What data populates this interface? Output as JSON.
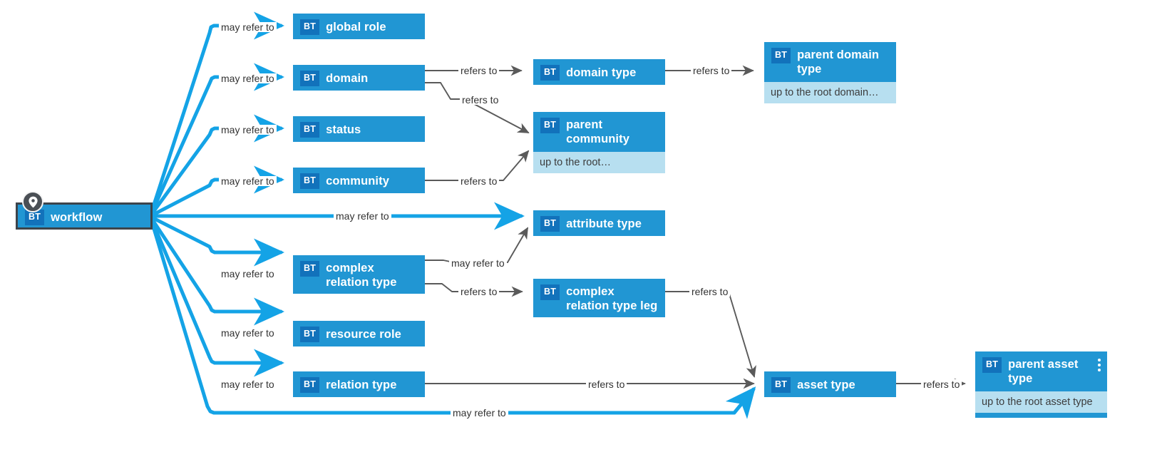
{
  "diagram": {
    "title": "workflow relations diagram",
    "background": "#ffffff",
    "colors": {
      "node_fill": "#2196d3",
      "badge_fill": "#1272bb",
      "subtitle_fill": "#b7dff0",
      "highlight_edge": "#14a3e6",
      "plain_edge": "#5a5a5a",
      "root_border": "#3d444b",
      "pin_fill": "#4a4f55"
    },
    "badge_text": "BT"
  },
  "nodes": {
    "workflow": {
      "title": "workflow",
      "subtitle": null,
      "badge": "BT",
      "kebab": false,
      "pin": true
    },
    "global_role": {
      "title": "global role",
      "subtitle": null,
      "badge": "BT",
      "kebab": false,
      "pin": false
    },
    "domain": {
      "title": "domain",
      "subtitle": null,
      "badge": "BT",
      "kebab": false,
      "pin": false
    },
    "status": {
      "title": "status",
      "subtitle": null,
      "badge": "BT",
      "kebab": false,
      "pin": false
    },
    "community": {
      "title": "community",
      "subtitle": null,
      "badge": "BT",
      "kebab": false,
      "pin": false
    },
    "complex_relation_type": {
      "title": "complex relation type",
      "subtitle": null,
      "badge": "BT",
      "kebab": false,
      "pin": false
    },
    "resource_role": {
      "title": "resource role",
      "subtitle": null,
      "badge": "BT",
      "kebab": false,
      "pin": false
    },
    "relation_type": {
      "title": "relation type",
      "subtitle": null,
      "badge": "BT",
      "kebab": false,
      "pin": false
    },
    "domain_type": {
      "title": "domain type",
      "subtitle": null,
      "badge": "BT",
      "kebab": false,
      "pin": false
    },
    "parent_community": {
      "title": "parent community",
      "subtitle": "up to the root…",
      "badge": "BT",
      "kebab": false,
      "pin": false
    },
    "attribute_type": {
      "title": "attribute type",
      "subtitle": null,
      "badge": "BT",
      "kebab": false,
      "pin": false
    },
    "complex_relation_type_leg": {
      "title": "complex relation type leg",
      "subtitle": null,
      "badge": "BT",
      "kebab": false,
      "pin": false
    },
    "parent_domain_type": {
      "title": "parent domain type",
      "subtitle": "up to the root domain…",
      "badge": "BT",
      "kebab": false,
      "pin": false
    },
    "asset_type": {
      "title": "asset type",
      "subtitle": null,
      "badge": "BT",
      "kebab": false,
      "pin": false
    },
    "parent_asset_type": {
      "title": "parent asset type",
      "subtitle": "up to the root asset type",
      "badge": "BT",
      "kebab": true,
      "pin": false
    }
  },
  "edges": [
    {
      "id": "e1",
      "from": "workflow",
      "to": "global_role",
      "label": "may refer to",
      "style": "highlight"
    },
    {
      "id": "e2",
      "from": "workflow",
      "to": "domain",
      "label": "may refer to",
      "style": "highlight"
    },
    {
      "id": "e3",
      "from": "workflow",
      "to": "status",
      "label": "may refer to",
      "style": "highlight"
    },
    {
      "id": "e4",
      "from": "workflow",
      "to": "community",
      "label": "may refer to",
      "style": "highlight"
    },
    {
      "id": "e5",
      "from": "workflow",
      "to": "attribute_type",
      "label": "may refer to",
      "style": "highlight"
    },
    {
      "id": "e6",
      "from": "workflow",
      "to": "complex_relation_type",
      "label": "may refer to",
      "style": "highlight"
    },
    {
      "id": "e7",
      "from": "workflow",
      "to": "resource_role",
      "label": "may refer to",
      "style": "highlight"
    },
    {
      "id": "e8",
      "from": "workflow",
      "to": "relation_type",
      "label": "may refer to",
      "style": "highlight"
    },
    {
      "id": "e9",
      "from": "workflow",
      "to": "asset_type",
      "label": "may refer to",
      "style": "highlight"
    },
    {
      "id": "e10",
      "from": "domain",
      "to": "domain_type",
      "label": "refers to",
      "style": "plain"
    },
    {
      "id": "e11",
      "from": "domain",
      "to": "parent_community",
      "label": "refers to",
      "style": "plain"
    },
    {
      "id": "e12",
      "from": "community",
      "to": "parent_community",
      "label": "refers to",
      "style": "plain"
    },
    {
      "id": "e13",
      "from": "domain_type",
      "to": "parent_domain_type",
      "label": "refers to",
      "style": "plain"
    },
    {
      "id": "e14",
      "from": "complex_relation_type",
      "to": "attribute_type",
      "label": "may refer to",
      "style": "plain"
    },
    {
      "id": "e15",
      "from": "complex_relation_type",
      "to": "complex_relation_type_leg",
      "label": "refers to",
      "style": "plain"
    },
    {
      "id": "e16",
      "from": "complex_relation_type_leg",
      "to": "asset_type",
      "label": "refers to",
      "style": "plain"
    },
    {
      "id": "e17",
      "from": "relation_type",
      "to": "asset_type",
      "label": "refers to",
      "style": "plain"
    },
    {
      "id": "e18",
      "from": "asset_type",
      "to": "parent_asset_type",
      "label": "refers to",
      "style": "plain"
    }
  ],
  "edge_labels": {
    "e1": "may refer to",
    "e2": "may refer to",
    "e3": "may refer to",
    "e4": "may refer to",
    "e5": "may refer to",
    "e6": "may refer to",
    "e7": "may refer to",
    "e8": "may refer to",
    "e9": "may refer to",
    "e10": "refers to",
    "e11": "refers to",
    "e12": "refers to",
    "e13": "refers to",
    "e14": "may refer to",
    "e15": "refers to",
    "e16": "refers to",
    "e17": "refers to",
    "e18": "refers to"
  }
}
